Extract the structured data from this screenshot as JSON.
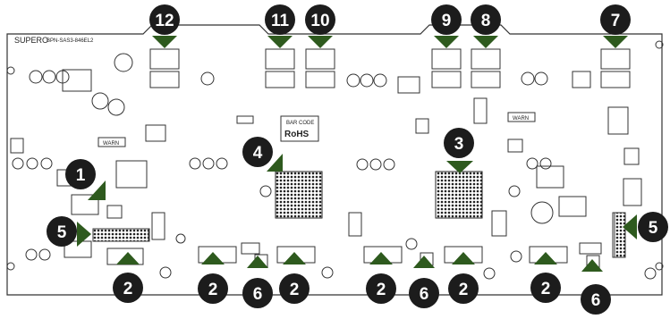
{
  "board": {
    "brand": "SUPERO",
    "model": "BPN-SAS3-846EL2",
    "barcode_label": "BAR CODE",
    "rohs_label": "RoHS",
    "warn_labels": [
      "WARN",
      "WARN"
    ]
  },
  "callouts": [
    {
      "label": "12"
    },
    {
      "label": "11"
    },
    {
      "label": "10"
    },
    {
      "label": "9"
    },
    {
      "label": "8"
    },
    {
      "label": "7"
    },
    {
      "label": "4"
    },
    {
      "label": "3"
    },
    {
      "label": "1"
    },
    {
      "label": "5"
    },
    {
      "label": "5"
    },
    {
      "label": "2"
    },
    {
      "label": "2"
    },
    {
      "label": "2"
    },
    {
      "label": "2"
    },
    {
      "label": "2"
    },
    {
      "label": "2"
    },
    {
      "label": "6"
    },
    {
      "label": "6"
    },
    {
      "label": "6"
    }
  ],
  "colors": {
    "callout_fill": "#1c1c1c",
    "arrow_fill": "#2e5a1e",
    "board_line": "#333333"
  }
}
